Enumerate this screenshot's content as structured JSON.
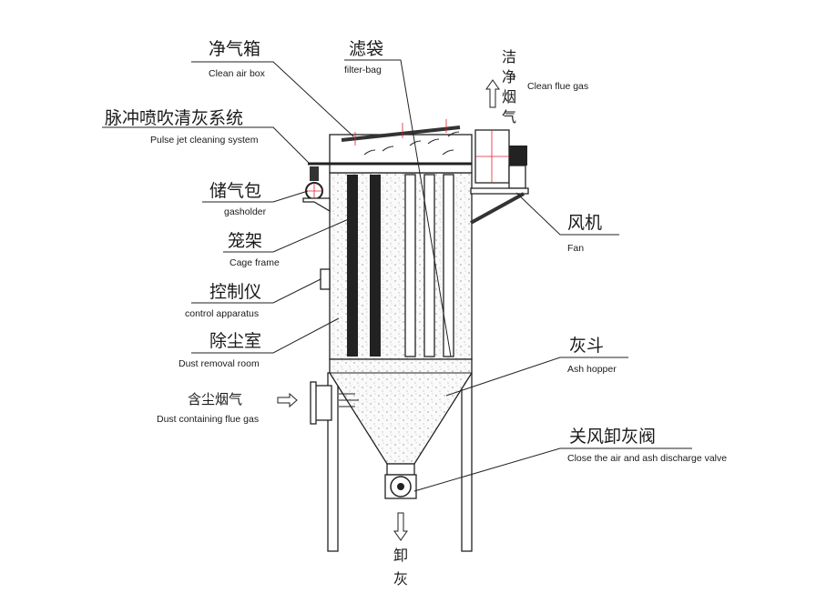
{
  "labels": {
    "clean_air_box": {
      "zh": "净气箱",
      "en": "Clean air box"
    },
    "filter_bag": {
      "zh": "滤袋",
      "en": "filter-bag"
    },
    "clean_flue_gas": {
      "zh": [
        "洁",
        "净",
        "烟",
        "气"
      ],
      "en": "Clean flue gas"
    },
    "pulse_jet": {
      "zh": "脉冲喷吹清灰系统",
      "en": "Pulse jet cleaning system"
    },
    "gasholder": {
      "zh": "储气包",
      "en": "gasholder"
    },
    "cage_frame": {
      "zh": "笼架",
      "en": "Cage frame"
    },
    "control": {
      "zh": "控制仪",
      "en": "control apparatus"
    },
    "dust_room": {
      "zh": "除尘室",
      "en": "Dust removal room"
    },
    "dust_gas": {
      "zh": "含尘烟气",
      "en": "Dust containing flue gas"
    },
    "fan": {
      "zh": "风机",
      "en": "Fan"
    },
    "ash_hopper": {
      "zh": "灰斗",
      "en": "Ash hopper"
    },
    "valve": {
      "zh": "关风卸灰阀",
      "en": "Close the air and ash discharge valve"
    },
    "discharge": {
      "zh": [
        "卸",
        "灰"
      ]
    }
  },
  "colors": {
    "line": "#222222",
    "accent": "#d22233"
  }
}
